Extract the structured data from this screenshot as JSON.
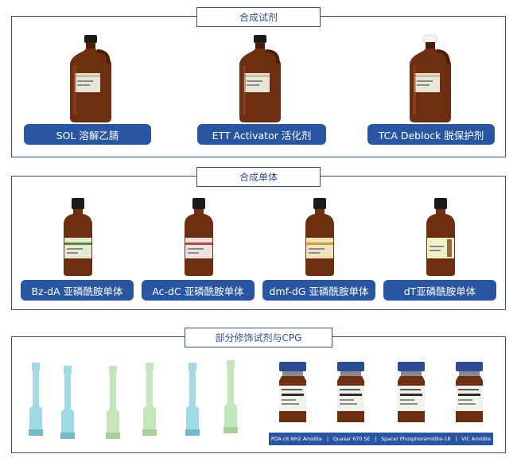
{
  "sections": {
    "reagents": {
      "title": "合成试剂",
      "products": [
        {
          "label": "SOL 溶解乙腈"
        },
        {
          "label": "ETT Activator 活化剂"
        },
        {
          "label": "TCA Deblock 脱保护剂"
        }
      ]
    },
    "monomers": {
      "title": "合成单体",
      "products": [
        {
          "label": "Bz-dA 亚磷酰胺单体"
        },
        {
          "label": "Ac-dC 亚磷酰胺单体"
        },
        {
          "label": "dmf-dG 亚磷酰胺单体"
        },
        {
          "label": "dT亚磷酰胺单体"
        }
      ]
    },
    "modifiers": {
      "title": "部分修饰试剂与CPG",
      "vial_labels": [
        "PDA c6 NH2 Amidite",
        "Quasar 670 SE",
        "Spacer Phosphoramidite-18",
        "VIC Amidite"
      ]
    }
  },
  "colors": {
    "border": "#2f4f8f",
    "pill": "#2856a3",
    "amber_glass": "#6e2e10",
    "cap_black": "#1a1a1a",
    "cap_white": "#f4f4f4",
    "cap_blue": "#2b4c95",
    "column_teal": "#8fd3dd",
    "column_green": "#bfe3b4"
  }
}
